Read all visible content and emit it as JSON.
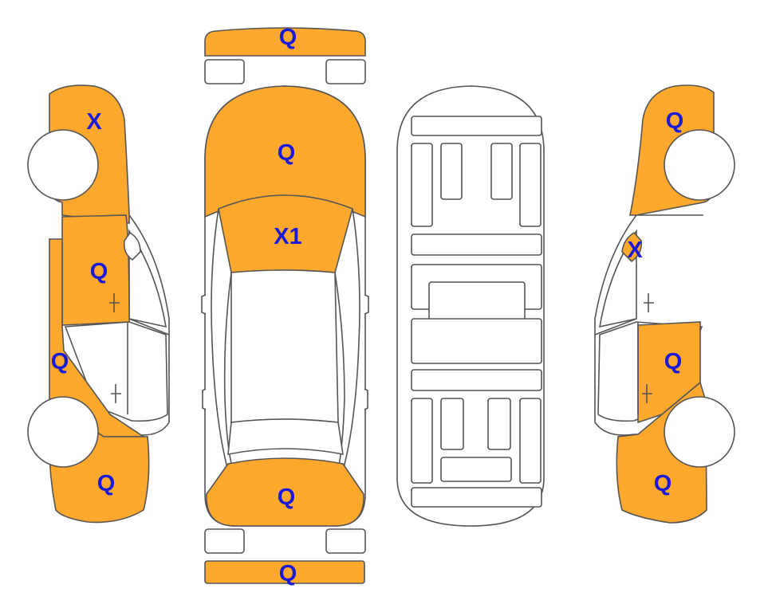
{
  "colors": {
    "damaged_fill": "#FFA82E",
    "mark_text": "#1A1AD9",
    "outline": "#555555",
    "body_white": "#FFFFFF"
  },
  "marks": {
    "front_bumper": "Q",
    "hood": "Q",
    "windshield": "X1",
    "trunk": "Q",
    "rear_bumper": "Q",
    "left_front_fender": "X",
    "left_front_door": "Q",
    "left_rear_door": "Q",
    "left_rear_quarter": "Q",
    "right_front_fender": "Q",
    "right_mirror": "X",
    "right_rear_door": "Q",
    "right_rear_quarter": "Q"
  }
}
